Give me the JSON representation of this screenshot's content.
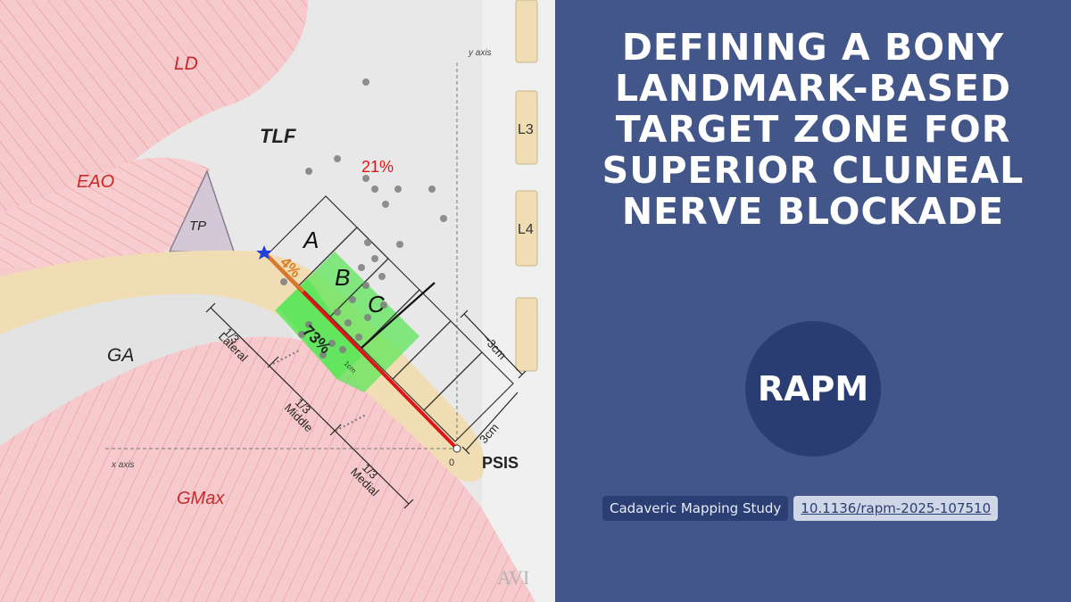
{
  "figure": {
    "labels": {
      "ld": "LD",
      "eao": "EAO",
      "tlf": "TLF",
      "tp": "TP",
      "ga": "GA",
      "gmax": "GMax",
      "psis": "PSIS",
      "l3": "L3",
      "l4": "L4",
      "y_axis": "y axis",
      "x_axis": "x axis",
      "origin": "0",
      "zone_a": "A",
      "zone_b": "B",
      "zone_c": "C",
      "pct_21": "21%",
      "pct_4": "4%",
      "pct_73": "73%",
      "third_lateral": "1/3",
      "lateral": "Lateral",
      "third_middle": "1/3",
      "middle": "Middle",
      "third_medial": "1/3",
      "medial": "Medial",
      "dim_3cm_a": "~3cm",
      "dim_3cm_b": "3cm",
      "dim_1cm": "1cm",
      "watermark": "AVI"
    },
    "colors": {
      "muscle": "#f6c9cc",
      "muscle_line": "#e88e95",
      "bone": "#f1ddb4",
      "zone_green": "#5ee65a",
      "red_line": "#e01616",
      "dot": "#7d7d7d",
      "star": "#1f3fd8"
    }
  },
  "panel": {
    "title_lines": [
      "DEFINING A BONY",
      "LANDMARK-BASED",
      "TARGET ZONE FOR",
      "SUPERIOR CLUNEAL",
      "NERVE BLOCKADE"
    ],
    "badge": "RAPM",
    "study_type": "Cadaveric Mapping Study",
    "doi": "10.1136/rapm-2025-107510",
    "background": "#43568a",
    "badge_color": "#2a3d73"
  }
}
